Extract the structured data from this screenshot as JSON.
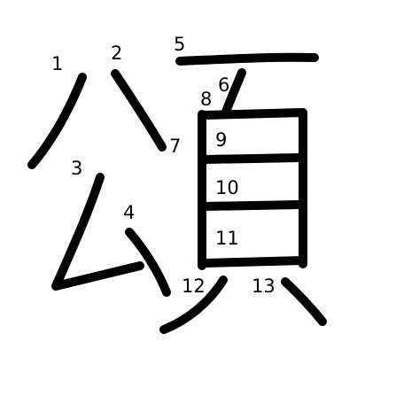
{
  "character": "頌",
  "strokes": [
    {
      "order": "1"
    },
    {
      "order": "2"
    },
    {
      "order": "3"
    },
    {
      "order": "4"
    },
    {
      "order": "5"
    },
    {
      "order": "6"
    },
    {
      "order": "7"
    },
    {
      "order": "8"
    },
    {
      "order": "9"
    },
    {
      "order": "10"
    },
    {
      "order": "11"
    },
    {
      "order": "12"
    },
    {
      "order": "13"
    }
  ],
  "colors": {
    "ink": "#000000",
    "background": "#ffffff"
  }
}
